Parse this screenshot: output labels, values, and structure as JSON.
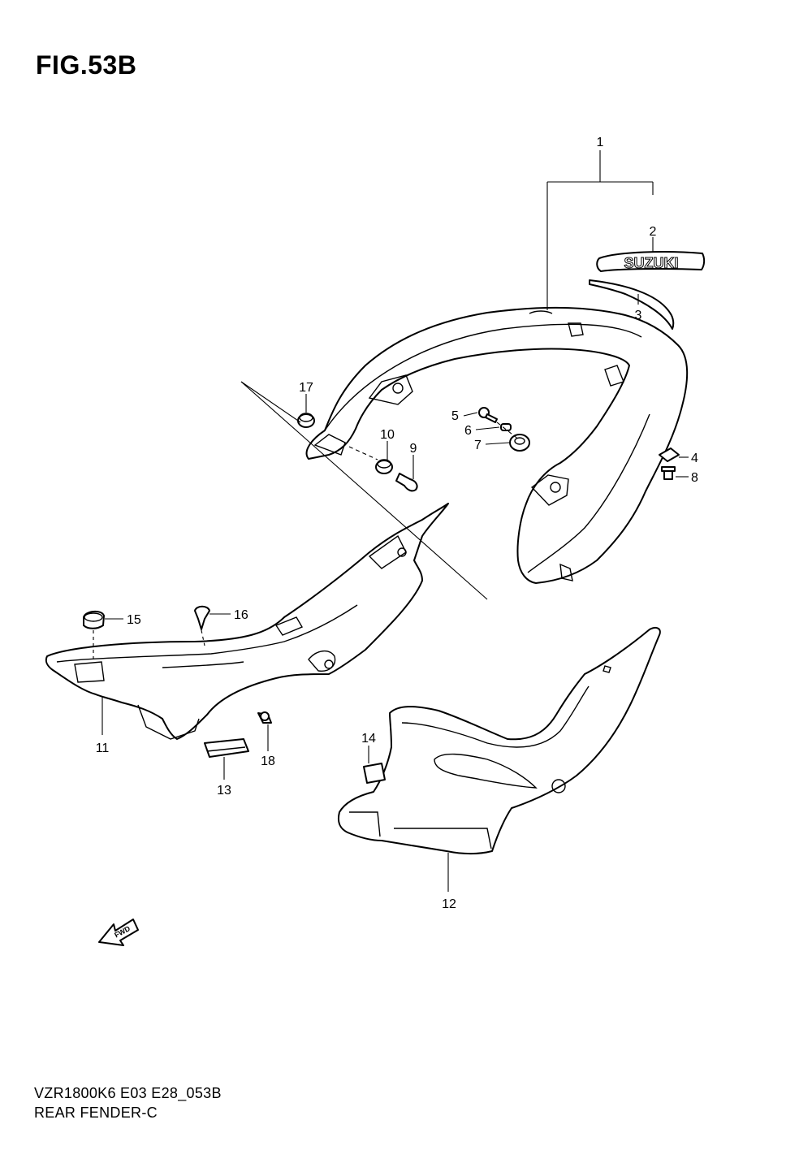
{
  "figure": {
    "title": "FIG.53B",
    "model_code": "VZR1800K6 E03 E28_053B",
    "section_name": "REAR FENDER-C"
  },
  "emblem_text": "SUZUKI",
  "fwd_label": "FWD",
  "callouts": [
    {
      "number": "1"
    },
    {
      "number": "2"
    },
    {
      "number": "3"
    },
    {
      "number": "4"
    },
    {
      "number": "5"
    },
    {
      "number": "6"
    },
    {
      "number": "7"
    },
    {
      "number": "8"
    },
    {
      "number": "9"
    },
    {
      "number": "10"
    },
    {
      "number": "11"
    },
    {
      "number": "12"
    },
    {
      "number": "13"
    },
    {
      "number": "14"
    },
    {
      "number": "15"
    },
    {
      "number": "16"
    },
    {
      "number": "17"
    },
    {
      "number": "18"
    }
  ]
}
